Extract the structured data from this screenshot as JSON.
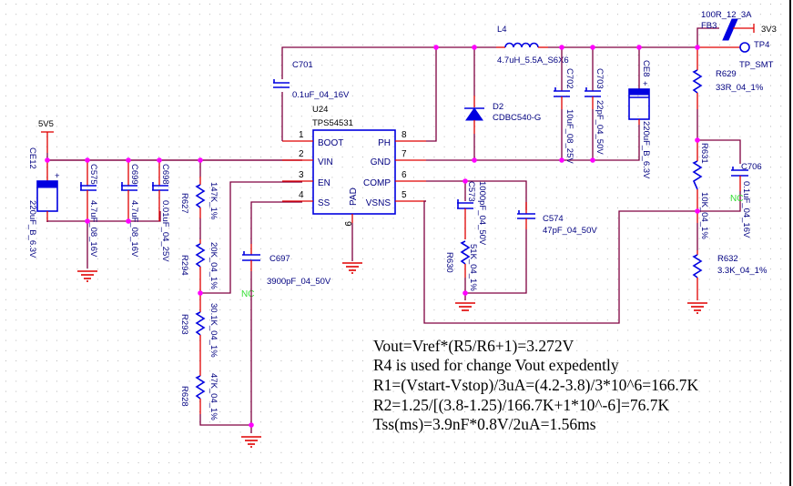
{
  "power_nets": {
    "input": "5V5",
    "output": "3V3"
  },
  "ic": {
    "refdes": "U24",
    "part": "TPS54531",
    "pins": [
      {
        "num": "1",
        "name": "BOOT"
      },
      {
        "num": "2",
        "name": "VIN"
      },
      {
        "num": "3",
        "name": "EN"
      },
      {
        "num": "4",
        "name": "SS"
      },
      {
        "num": "8",
        "name": "PH"
      },
      {
        "num": "7",
        "name": "GND"
      },
      {
        "num": "6",
        "name": "COMP"
      },
      {
        "num": "5",
        "name": "VSNS"
      },
      {
        "num": "9",
        "name": "PAD"
      }
    ]
  },
  "components": {
    "CE12": {
      "ref": "CE12",
      "value": "220uF_B_6.3V"
    },
    "C575": {
      "ref": "C575",
      "value": "4.7uF_08_16V"
    },
    "C699": {
      "ref": "C699",
      "value": "4.7uF_08_16V"
    },
    "C698": {
      "ref": "C698",
      "value": "0.01uF_04_25V"
    },
    "C701": {
      "ref": "C701",
      "value": "0.1uF_04_16V"
    },
    "R627": {
      "ref": "R627",
      "value": "147K_1%"
    },
    "R294": {
      "ref": "R294",
      "value": "20K_04_1%"
    },
    "R293": {
      "ref": "R293",
      "value": "30.1K_04_1%"
    },
    "R628": {
      "ref": "R628",
      "value": "47K_04_1%"
    },
    "C697": {
      "ref": "C697",
      "value": "3900pF_04_50V",
      "nc": "NC"
    },
    "L4": {
      "ref": "L4",
      "value": "4.7uH_5.5A_S6X6"
    },
    "D2": {
      "ref": "D2",
      "value": "CDBC540-G"
    },
    "C702": {
      "ref": "C702",
      "value": "10uF_08_25V"
    },
    "C703": {
      "ref": "C703",
      "value": "22pF_04_50V"
    },
    "CE8": {
      "ref": "CE8",
      "value": "220uF_B_6.3V"
    },
    "C573": {
      "ref": "C573",
      "value": "1000pF_04_50V"
    },
    "R630": {
      "ref": "R630",
      "value": "51K_04_1%"
    },
    "C574": {
      "ref": "C574",
      "value": "47pF_04_50V"
    },
    "FB3": {
      "ref": "FB3",
      "value": "100R_12_3A"
    },
    "TP4": {
      "ref": "TP4",
      "value": "TP_SMT"
    },
    "R629": {
      "ref": "R629",
      "value": "33R_04_1%"
    },
    "R631": {
      "ref": "R631",
      "value": "10K_04_1%"
    },
    "C706": {
      "ref": "C706",
      "value": "0.1uF_04_16V",
      "nc": "NC"
    },
    "R632": {
      "ref": "R632",
      "value": "3.3K_04_1%"
    }
  },
  "notes": [
    "Vout=Vref*(R5/R6+1)=3.272V",
    "R4 is used for change Vout expedently",
    "R1=(Vstart-Vstop)/3uA=(4.2-3.8)/3*10^6=166.7K",
    "R2=1.25/[(3.8-1.25)/166.7K+1*10^-6]=76.7K",
    "Tss(ms)=3.9nF*0.8V/2uA=1.56ms"
  ],
  "colors": {
    "wire": "#800040",
    "pin": "#e00000",
    "part": "#0000e0",
    "junction": "#ff00ff",
    "nc": "#33dd33"
  }
}
